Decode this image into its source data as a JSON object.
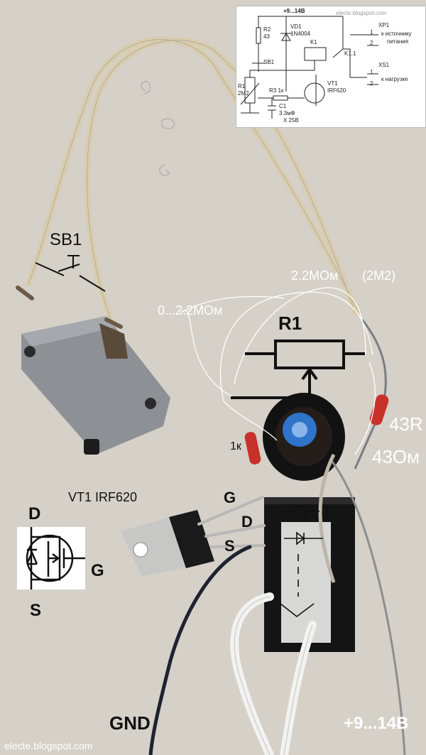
{
  "watermark": "electe.blogspot.com",
  "schematic": {
    "supply": "+9...14В",
    "site": "electe.blogspot.com",
    "r2": "R2",
    "r2_value": "43",
    "vd1": "VD1",
    "vd1_value": "1N4004",
    "k1": "K1",
    "k11": "K1.1",
    "sb1": "SB1",
    "xp1": "XP1",
    "xp1_pin1": "1",
    "xp1_pin2": "2",
    "xp1_desc_line1": "к источнику",
    "xp1_desc_line2": "питания",
    "xs1": "XS1",
    "xs1_pin1": "1",
    "xs1_pin2": "2",
    "xs1_desc": "к нагрузке",
    "r1": "R1",
    "r1_value": "2М2",
    "r3": "R3 1к",
    "c1": "C1",
    "c1_value": "3.3мФ",
    "c1_voltage": "Х 25В",
    "vt1": "VT1",
    "vt1_value": "IRF620"
  },
  "labels": {
    "sb1": "SB1",
    "r1_range": "0...2.2МОм",
    "r1_value": "2.2МОм",
    "r1_code": "(2М2)",
    "r1_name": "R1",
    "r3": "1к",
    "r2_code": "43R",
    "r2_value": "43Ом",
    "vt1": "VT1  IRF620",
    "pin_g": "G",
    "pin_d": "D",
    "pin_s": "S",
    "sym_d": "D",
    "sym_g": "G",
    "sym_s": "S",
    "gnd": "GND",
    "supply": "+9...14В"
  },
  "colors": {
    "background": "#d9d4cc",
    "wire_beige": "#d8cdb0",
    "wire_white": "#f2f2f0",
    "wire_black": "#1e2230",
    "switch_body": "#8d9095",
    "pot_blue": "#2f74c9",
    "resistor_red": "#c8302a",
    "heatsink": "#1a1a1a",
    "annotation_white": "#ffffff",
    "annotation_black": "#111111"
  }
}
